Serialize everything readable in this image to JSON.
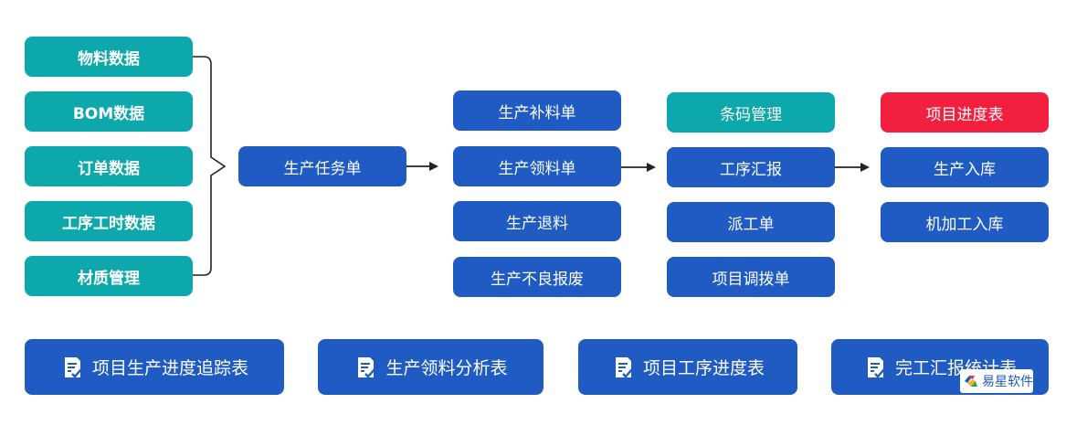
{
  "data_sources": [
    "物料数据",
    "BOM数据",
    "订单数据",
    "工序工时数据",
    "材质管理"
  ],
  "task_order": "生产任务单",
  "material_column": [
    "生产补料单",
    "生产领料单",
    "生产退料",
    "生产不良报废"
  ],
  "process_column": [
    "条码管理",
    "工序汇报",
    "派工单",
    "项目调拨单"
  ],
  "output_column": [
    "项目进度表",
    "生产入库",
    "机加工入库"
  ],
  "reports": [
    "项目生产进度追踪表",
    "生产领料分析表",
    "项目工序进度表",
    "完工汇报统计表"
  ],
  "logo_text": "易星软件",
  "colors": {
    "teal": "#0da8ab",
    "blue": "#1f5bc3",
    "red": "#f2203e",
    "connector": "#222222"
  },
  "icons": [
    "report-icon",
    "logo-icon"
  ]
}
